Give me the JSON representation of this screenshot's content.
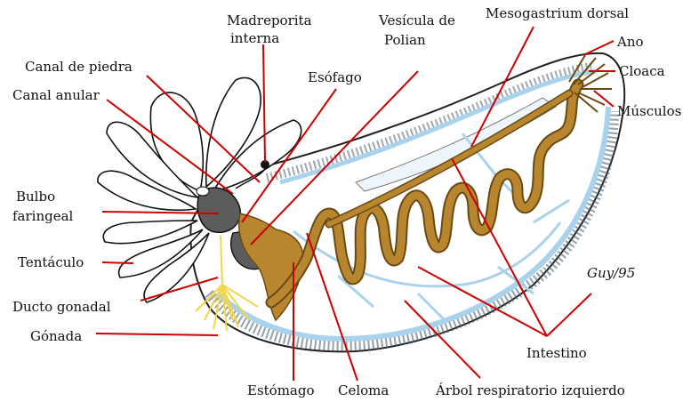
{
  "labels": {
    "madreporita": "Madreporita",
    "interna": "interna",
    "vesicula": "Vesícula de",
    "polian": "Polian",
    "mesogastrium": "Mesogastrium dorsal",
    "ano": "Ano",
    "cloaca": "Cloaca",
    "musculos": "Músculos",
    "canal_piedra": "Canal de piedra",
    "canal_anular": "Canal anular",
    "esofago": "Esófago",
    "bulbo": "Bulbo",
    "faringeal": "faringeal",
    "tentaculo": "Tentáculo",
    "ducto": "Ducto gonadal",
    "gonada": "Gónada",
    "intestino": "Intestino",
    "estomago": "Estómago",
    "celoma": "Celoma",
    "arbol": "Árbol respiratorio izquierdo"
  },
  "signature": "Guy/95",
  "colors": {
    "leader": "#cc0000",
    "gut": "#b8862e",
    "gut_dark": "#6b4a12",
    "water": "#a9d3ec",
    "body_outline": "#222222",
    "wall": "#4f6272",
    "gonad": "#f2d64a",
    "bulb": "#5c5c5c"
  }
}
